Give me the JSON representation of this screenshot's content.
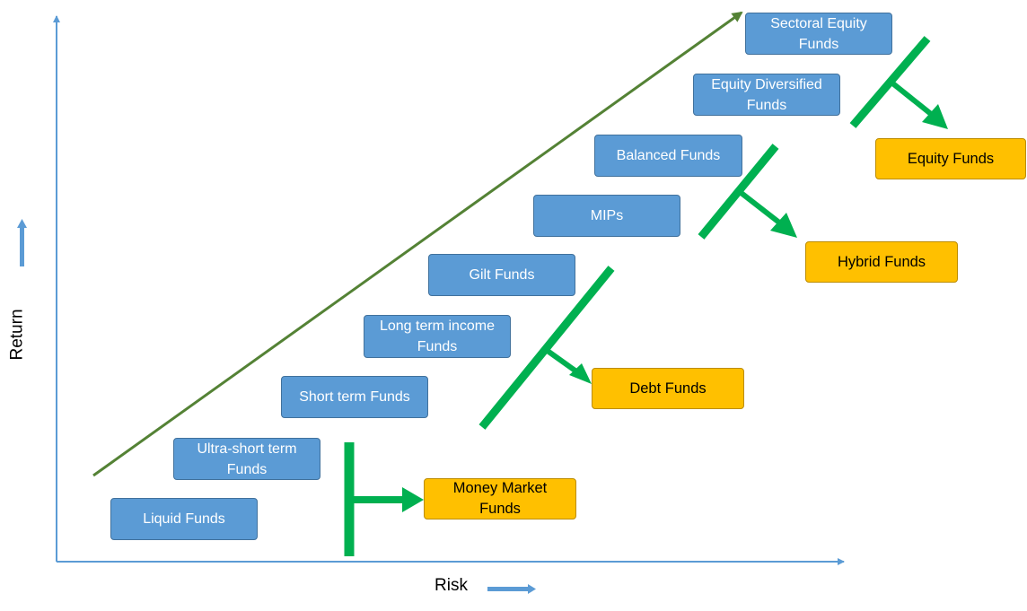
{
  "axes": {
    "x_label": "Risk",
    "y_label": "Return"
  },
  "fund_types": [
    "Liquid Funds",
    "Ultra-short term Funds",
    "Short term Funds",
    "Long term income Funds",
    "Gilt Funds",
    "MIPs",
    "Balanced Funds",
    "Equity Diversified Funds",
    "Sectoral Equity Funds"
  ],
  "categories": [
    "Money Market Funds",
    "Debt Funds",
    "Hybrid Funds",
    "Equity Funds"
  ],
  "colors": {
    "axis": "#5b9bd5",
    "trend_line": "#548235",
    "bracket": "#00b050",
    "fund_box": "#5b9bd5",
    "category_box": "#ffc000"
  }
}
